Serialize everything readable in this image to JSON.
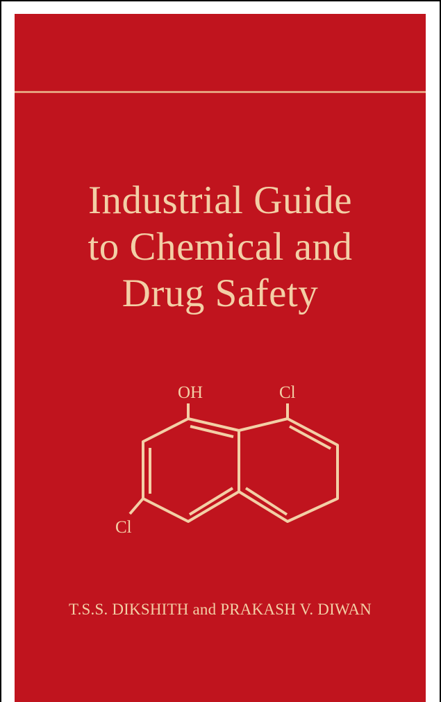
{
  "cover": {
    "title_lines": [
      "Industrial Guide",
      "to Chemical and",
      "Drug Safety"
    ],
    "structure_labels": {
      "hydroxyl": "OH",
      "chlorine_top": "Cl",
      "chlorine_left": "Cl"
    },
    "authors": "T.S.S. DIKSHITH and PRAKASH V. DIWAN"
  },
  "colors": {
    "cover_red": "#c0141e",
    "accent_cream": "#f3cfa6",
    "rule_peach": "#e6a07e"
  }
}
